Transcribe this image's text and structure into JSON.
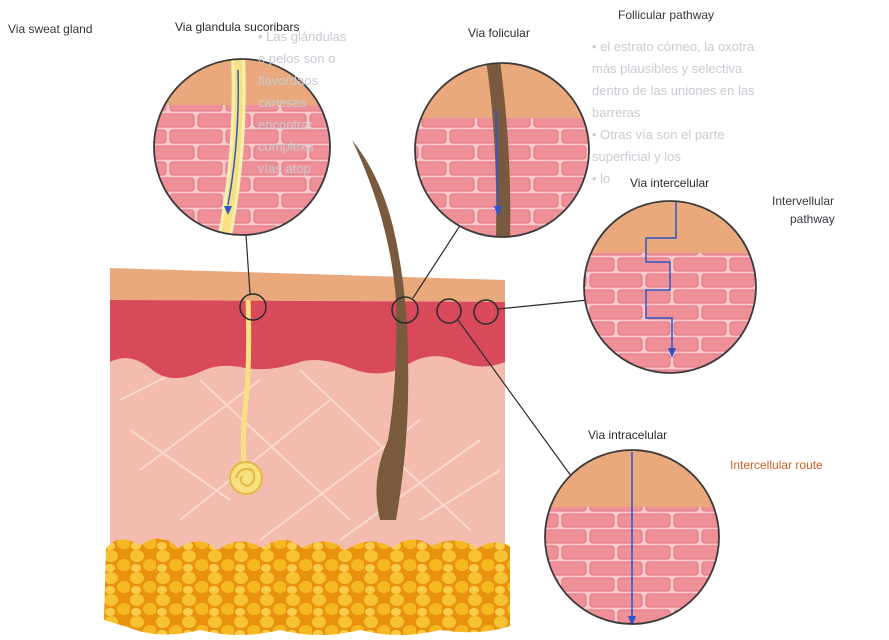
{
  "labels": {
    "via_sweat_gland": "Via sweat  gland",
    "via_glandula": "Via glandula sucoribars",
    "via_foliculo": "Via folicular",
    "follicular_pathway": "Follicular pathway",
    "via_intercelular": "Via intercelular",
    "intercellular_pathway_1": "Intervellular",
    "intercellular_pathway_2": "pathway",
    "via_intracelular": "Via intracelular",
    "intracellular_route": "Intercellular  route"
  },
  "background_text": {
    "block_a": [
      "• Las glándulas",
      "e pelos son o",
      "flavordaos",
      "carieses",
      "encontrar",
      "complexa",
      "vías atop"
    ],
    "block_b": [
      "• el estrato córneo, la oxotra",
      "más plausibles y selectiva",
      "dentro de las uniones en las",
      "barreras",
      "• Otras vía son el parte",
      "superficial y los",
      "• lo"
    ]
  },
  "colors": {
    "stratum_corneum": "#e9a97c",
    "epidermis": "#d84a5a",
    "dermis": "#f3bcae",
    "fat": "#f2b21c",
    "hair": "#7a5a3e",
    "gland": "#f7e07f",
    "arrow": "#2f56c8",
    "brick": "#ef8f98",
    "mortar": "#f8c8cc",
    "circle_outline": "#3a3a3a"
  }
}
